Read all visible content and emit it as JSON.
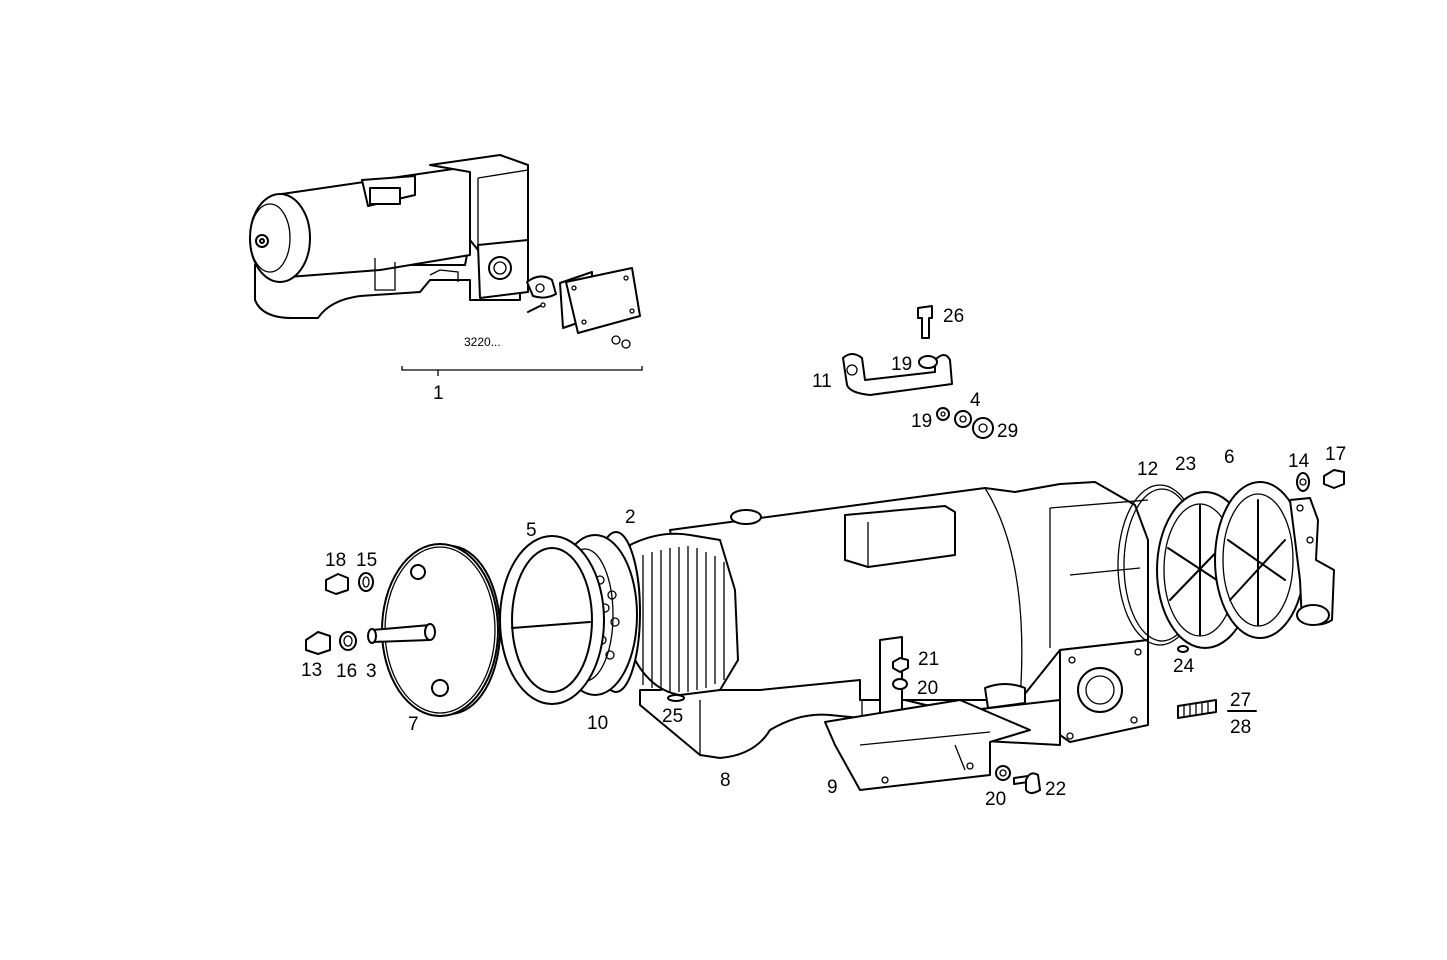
{
  "inset": {
    "code": "3220...",
    "callout": "1"
  },
  "callouts": {
    "c2": "2",
    "c3": "3",
    "c4": "4",
    "c5": "5",
    "c6": "6",
    "c7": "7",
    "c8": "8",
    "c9": "9",
    "c10": "10",
    "c11": "11",
    "c12": "12",
    "c13": "13",
    "c14": "14",
    "c15": "15",
    "c16": "16",
    "c17": "17",
    "c18": "18",
    "c19a": "19",
    "c19b": "19",
    "c20a": "20",
    "c20b": "20",
    "c21": "21",
    "c22": "22",
    "c23": "23",
    "c24": "24",
    "c25": "25",
    "c26": "26",
    "c27": "27",
    "c28": "28",
    "c29": "29"
  }
}
